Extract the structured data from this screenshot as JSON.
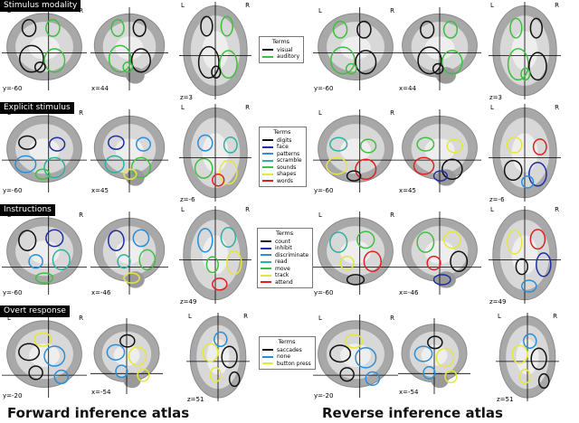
{
  "rows": [
    {
      "label": "Stimulus modality",
      "forward_coords": [
        "y=-60",
        "x=44",
        "z=3"
      ],
      "reverse_coords": [
        "y=-60",
        "x=44",
        "z=3"
      ],
      "legend_title": "Terms",
      "terms": [
        {
          "name": "visual",
          "color": "#111111"
        },
        {
          "name": "auditory",
          "color": "#3fbf3f"
        }
      ]
    },
    {
      "label": "Explicit stimulus",
      "forward_coords": [
        "y=-60",
        "x=45",
        "z=-6"
      ],
      "reverse_coords": [
        "y=-60",
        "x=45",
        "z=-6"
      ],
      "legend_title": "Terms",
      "terms": [
        {
          "name": "digits",
          "color": "#111111"
        },
        {
          "name": "face",
          "color": "#1f2fa0"
        },
        {
          "name": "patterns",
          "color": "#2a8ed8"
        },
        {
          "name": "scramble",
          "color": "#2fb0a0"
        },
        {
          "name": "sounds",
          "color": "#3fbf3f"
        },
        {
          "name": "shapes",
          "color": "#e6e640"
        },
        {
          "name": "words",
          "color": "#e02020"
        }
      ]
    },
    {
      "label": "Instructions",
      "forward_coords": [
        "y=-60",
        "x=-46",
        "z=49"
      ],
      "reverse_coords": [
        "y=-60",
        "x=-46",
        "z=49"
      ],
      "legend_title": "Terms",
      "terms": [
        {
          "name": "count",
          "color": "#111111"
        },
        {
          "name": "inhibit",
          "color": "#1f2fa0"
        },
        {
          "name": "discriminate",
          "color": "#2a8ed8"
        },
        {
          "name": "read",
          "color": "#2fb0a0"
        },
        {
          "name": "move",
          "color": "#3fbf3f"
        },
        {
          "name": "track",
          "color": "#e6e640"
        },
        {
          "name": "attend",
          "color": "#e02020"
        }
      ]
    },
    {
      "label": "Overt response",
      "forward_coords": [
        "y=-20",
        "x=-54",
        "z=51"
      ],
      "reverse_coords": [
        "y=-20",
        "x=-54",
        "z=51"
      ],
      "legend_title": "Terms",
      "terms": [
        {
          "name": "saccades",
          "color": "#111111"
        },
        {
          "name": "none",
          "color": "#2a8ed8"
        },
        {
          "name": "button press",
          "color": "#e6e640"
        }
      ]
    }
  ],
  "orientation": {
    "left": "L",
    "right": "R"
  },
  "footer": {
    "forward": "Forward inference atlas",
    "reverse": "Reverse inference atlas"
  }
}
